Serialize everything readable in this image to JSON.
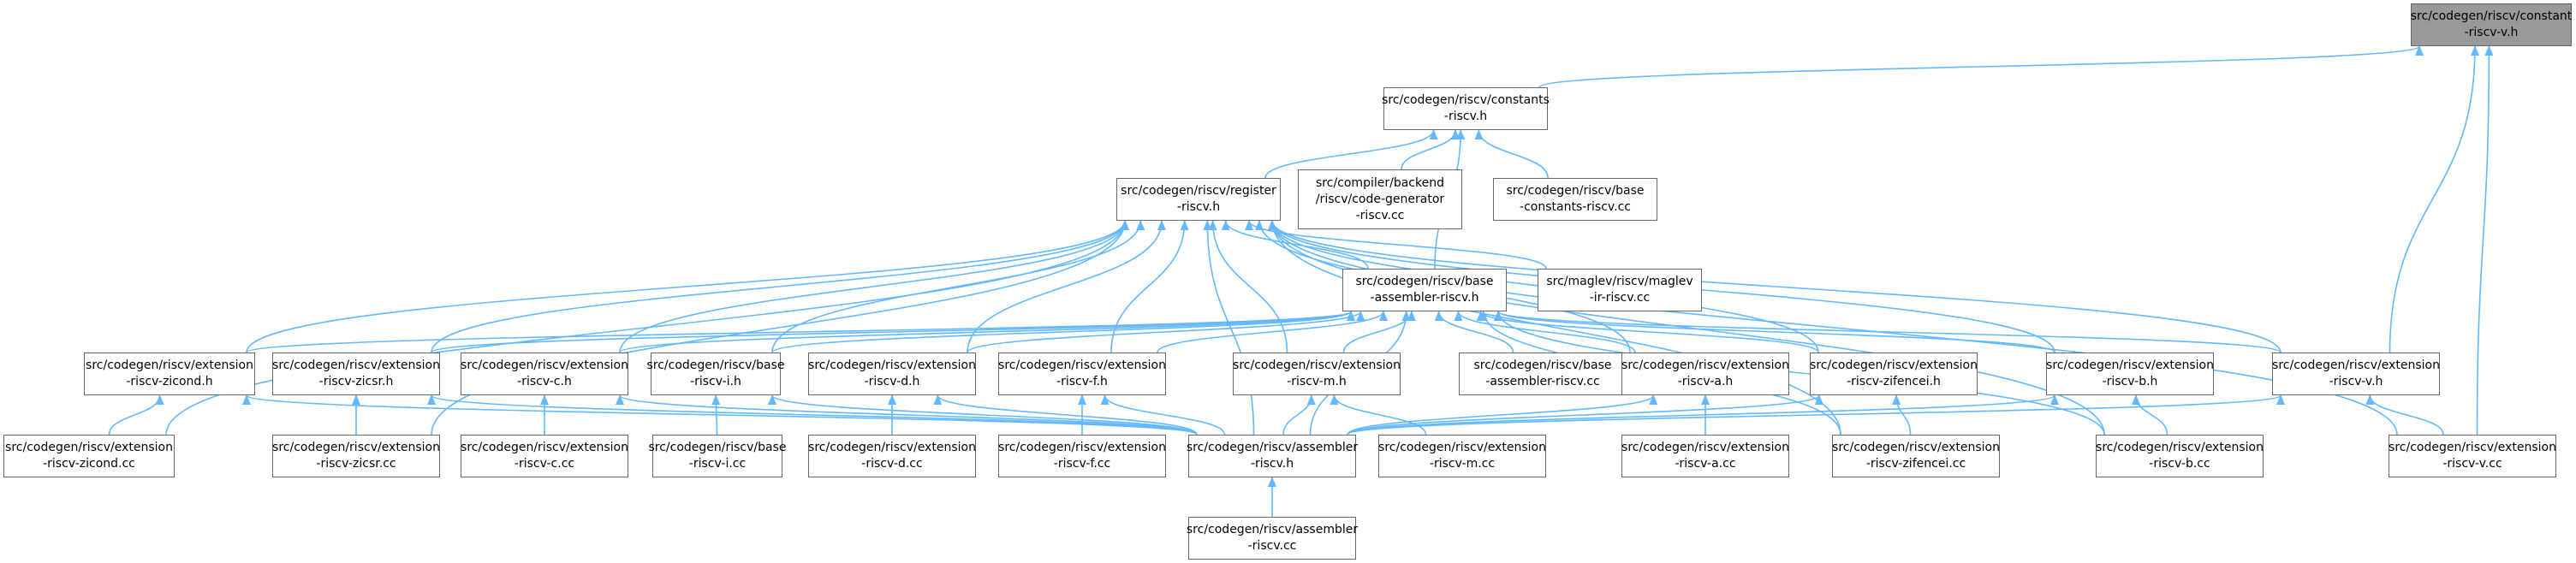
{
  "graph": {
    "edge_color": "#63b8ff",
    "node_border_color": "#666666",
    "root_fill_color": "#999999",
    "nodes": [
      {
        "id": "n0",
        "lines": [
          "src/codegen/riscv/constant",
          "-riscv-v.h"
        ],
        "root": true
      },
      {
        "id": "n1",
        "lines": [
          "src/codegen/riscv/constants",
          "-riscv.h"
        ]
      },
      {
        "id": "n2",
        "lines": [
          "src/codegen/riscv/register",
          "-riscv.h"
        ]
      },
      {
        "id": "n3",
        "lines": [
          "src/compiler/backend",
          "/riscv/code-generator",
          "-riscv.cc"
        ]
      },
      {
        "id": "n4",
        "lines": [
          "src/codegen/riscv/base",
          "-constants-riscv.cc"
        ]
      },
      {
        "id": "n5",
        "lines": [
          "src/codegen/riscv/base",
          "-assembler-riscv.h"
        ]
      },
      {
        "id": "n6",
        "lines": [
          "src/maglev/riscv/maglev",
          "-ir-riscv.cc"
        ]
      },
      {
        "id": "n7",
        "lines": [
          "src/codegen/riscv/extension",
          "-riscv-zicond.h"
        ]
      },
      {
        "id": "n8",
        "lines": [
          "src/codegen/riscv/extension",
          "-riscv-zicsr.h"
        ]
      },
      {
        "id": "n9",
        "lines": [
          "src/codegen/riscv/extension",
          "-riscv-c.h"
        ]
      },
      {
        "id": "n10",
        "lines": [
          "src/codegen/riscv/base",
          "-riscv-i.h"
        ]
      },
      {
        "id": "n11",
        "lines": [
          "src/codegen/riscv/extension",
          "-riscv-d.h"
        ]
      },
      {
        "id": "n12",
        "lines": [
          "src/codegen/riscv/extension",
          "-riscv-f.h"
        ]
      },
      {
        "id": "n13",
        "lines": [
          "src/codegen/riscv/extension",
          "-riscv-m.h"
        ]
      },
      {
        "id": "n14",
        "lines": [
          "src/codegen/riscv/base",
          "-assembler-riscv.cc"
        ]
      },
      {
        "id": "n15",
        "lines": [
          "src/codegen/riscv/extension",
          "-riscv-a.h"
        ]
      },
      {
        "id": "n16",
        "lines": [
          "src/codegen/riscv/extension",
          "-riscv-zifencei.h"
        ]
      },
      {
        "id": "n17",
        "lines": [
          "src/codegen/riscv/extension",
          "-riscv-b.h"
        ]
      },
      {
        "id": "n18",
        "lines": [
          "src/codegen/riscv/extension",
          "-riscv-v.h"
        ]
      },
      {
        "id": "n19",
        "lines": [
          "src/codegen/riscv/extension",
          "-riscv-zicond.cc"
        ]
      },
      {
        "id": "n20",
        "lines": [
          "src/codegen/riscv/extension",
          "-riscv-zicsr.cc"
        ]
      },
      {
        "id": "n21",
        "lines": [
          "src/codegen/riscv/extension",
          "-riscv-c.cc"
        ]
      },
      {
        "id": "n22",
        "lines": [
          "src/codegen/riscv/base",
          "-riscv-i.cc"
        ]
      },
      {
        "id": "n23",
        "lines": [
          "src/codegen/riscv/extension",
          "-riscv-d.cc"
        ]
      },
      {
        "id": "n24",
        "lines": [
          "src/codegen/riscv/extension",
          "-riscv-f.cc"
        ]
      },
      {
        "id": "n25",
        "lines": [
          "src/codegen/riscv/assembler",
          "-riscv.h"
        ]
      },
      {
        "id": "n26",
        "lines": [
          "src/codegen/riscv/extension",
          "-riscv-m.cc"
        ]
      },
      {
        "id": "n27",
        "lines": [
          "src/codegen/riscv/extension",
          "-riscv-a.cc"
        ]
      },
      {
        "id": "n28",
        "lines": [
          "src/codegen/riscv/extension",
          "-riscv-zifencei.cc"
        ]
      },
      {
        "id": "n29",
        "lines": [
          "src/codegen/riscv/extension",
          "-riscv-b.cc"
        ]
      },
      {
        "id": "n30",
        "lines": [
          "src/codegen/riscv/extension",
          "-riscv-v.cc"
        ]
      },
      {
        "id": "n31",
        "lines": [
          "src/codegen/riscv/assembler",
          "-riscv.cc"
        ]
      }
    ],
    "edges": [
      [
        "n1",
        "n0"
      ],
      [
        "n18",
        "n0"
      ],
      [
        "n30",
        "n0"
      ],
      [
        "n2",
        "n1"
      ],
      [
        "n3",
        "n1"
      ],
      [
        "n4",
        "n1"
      ],
      [
        "n5",
        "n1"
      ],
      [
        "n5",
        "n2"
      ],
      [
        "n6",
        "n2"
      ],
      [
        "n7",
        "n2"
      ],
      [
        "n8",
        "n2"
      ],
      [
        "n9",
        "n2"
      ],
      [
        "n10",
        "n2"
      ],
      [
        "n11",
        "n2"
      ],
      [
        "n12",
        "n2"
      ],
      [
        "n13",
        "n2"
      ],
      [
        "n15",
        "n2"
      ],
      [
        "n16",
        "n2"
      ],
      [
        "n17",
        "n2"
      ],
      [
        "n18",
        "n2"
      ],
      [
        "n19",
        "n2"
      ],
      [
        "n20",
        "n2"
      ],
      [
        "n25",
        "n2"
      ],
      [
        "n28",
        "n2"
      ],
      [
        "n29",
        "n2"
      ],
      [
        "n30",
        "n2"
      ],
      [
        "n7",
        "n5"
      ],
      [
        "n8",
        "n5"
      ],
      [
        "n9",
        "n5"
      ],
      [
        "n10",
        "n5"
      ],
      [
        "n11",
        "n5"
      ],
      [
        "n12",
        "n5"
      ],
      [
        "n13",
        "n5"
      ],
      [
        "n14",
        "n5"
      ],
      [
        "n15",
        "n5"
      ],
      [
        "n16",
        "n5"
      ],
      [
        "n17",
        "n5"
      ],
      [
        "n18",
        "n5"
      ],
      [
        "n25",
        "n5"
      ],
      [
        "n28",
        "n5"
      ],
      [
        "n29",
        "n5"
      ],
      [
        "n19",
        "n7"
      ],
      [
        "n25",
        "n7"
      ],
      [
        "n20",
        "n8"
      ],
      [
        "n25",
        "n8"
      ],
      [
        "n21",
        "n9"
      ],
      [
        "n25",
        "n9"
      ],
      [
        "n22",
        "n10"
      ],
      [
        "n25",
        "n10"
      ],
      [
        "n23",
        "n11"
      ],
      [
        "n25",
        "n11"
      ],
      [
        "n24",
        "n12"
      ],
      [
        "n25",
        "n12"
      ],
      [
        "n25",
        "n13"
      ],
      [
        "n26",
        "n13"
      ],
      [
        "n25",
        "n15"
      ],
      [
        "n27",
        "n15"
      ],
      [
        "n25",
        "n16"
      ],
      [
        "n28",
        "n16"
      ],
      [
        "n25",
        "n17"
      ],
      [
        "n29",
        "n17"
      ],
      [
        "n25",
        "n18"
      ],
      [
        "n30",
        "n18"
      ],
      [
        "n31",
        "n25"
      ]
    ]
  }
}
